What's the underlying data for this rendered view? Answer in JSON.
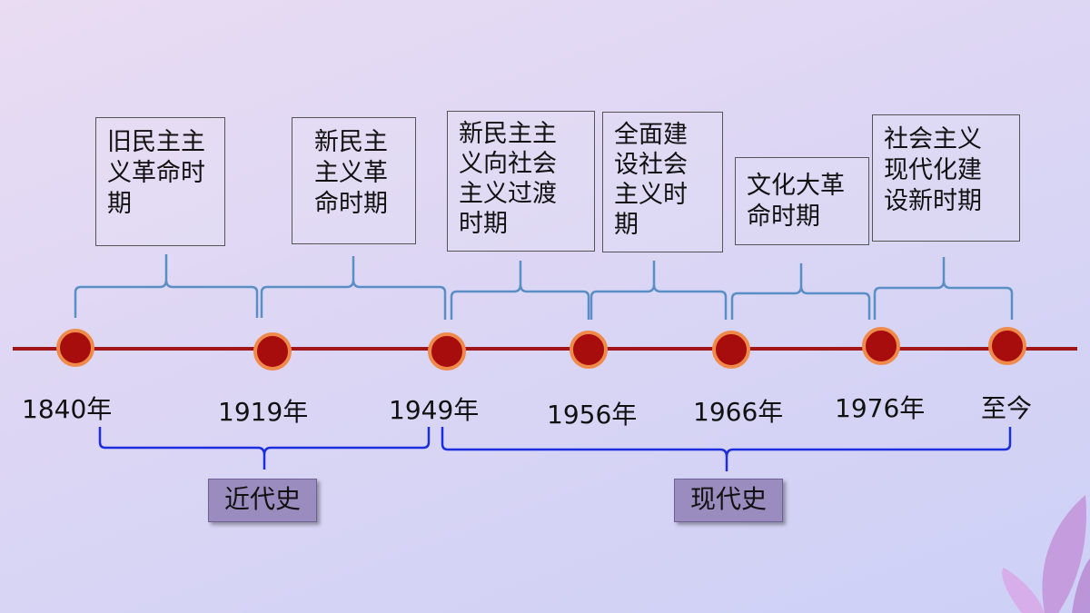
{
  "periods": [
    {
      "label": "旧民主主\n义革命时\n期"
    },
    {
      "label": "新民主\n主义革\n命时期"
    },
    {
      "label": "新民主主\n义向社会\n主义过渡\n时期"
    },
    {
      "label": "全面建\n设社会\n主义时\n期"
    },
    {
      "label": "文化大革\n命时期"
    },
    {
      "label": "社会主义\n现代化建\n设新时期"
    }
  ],
  "years": [
    "1840年",
    "1919年",
    "1949年",
    "1956年",
    "1966年",
    "1976年",
    "至今"
  ],
  "eras": [
    {
      "label": "近代史"
    },
    {
      "label": "现代史"
    }
  ],
  "colors": {
    "timeline": "#a0161b",
    "node_fill": "#a80d0d",
    "node_ring": "#f08a4b",
    "upper_brace": "#5a8fc6",
    "lower_brace": "#1b2ee0",
    "era_bg": "#9b8cbf"
  }
}
